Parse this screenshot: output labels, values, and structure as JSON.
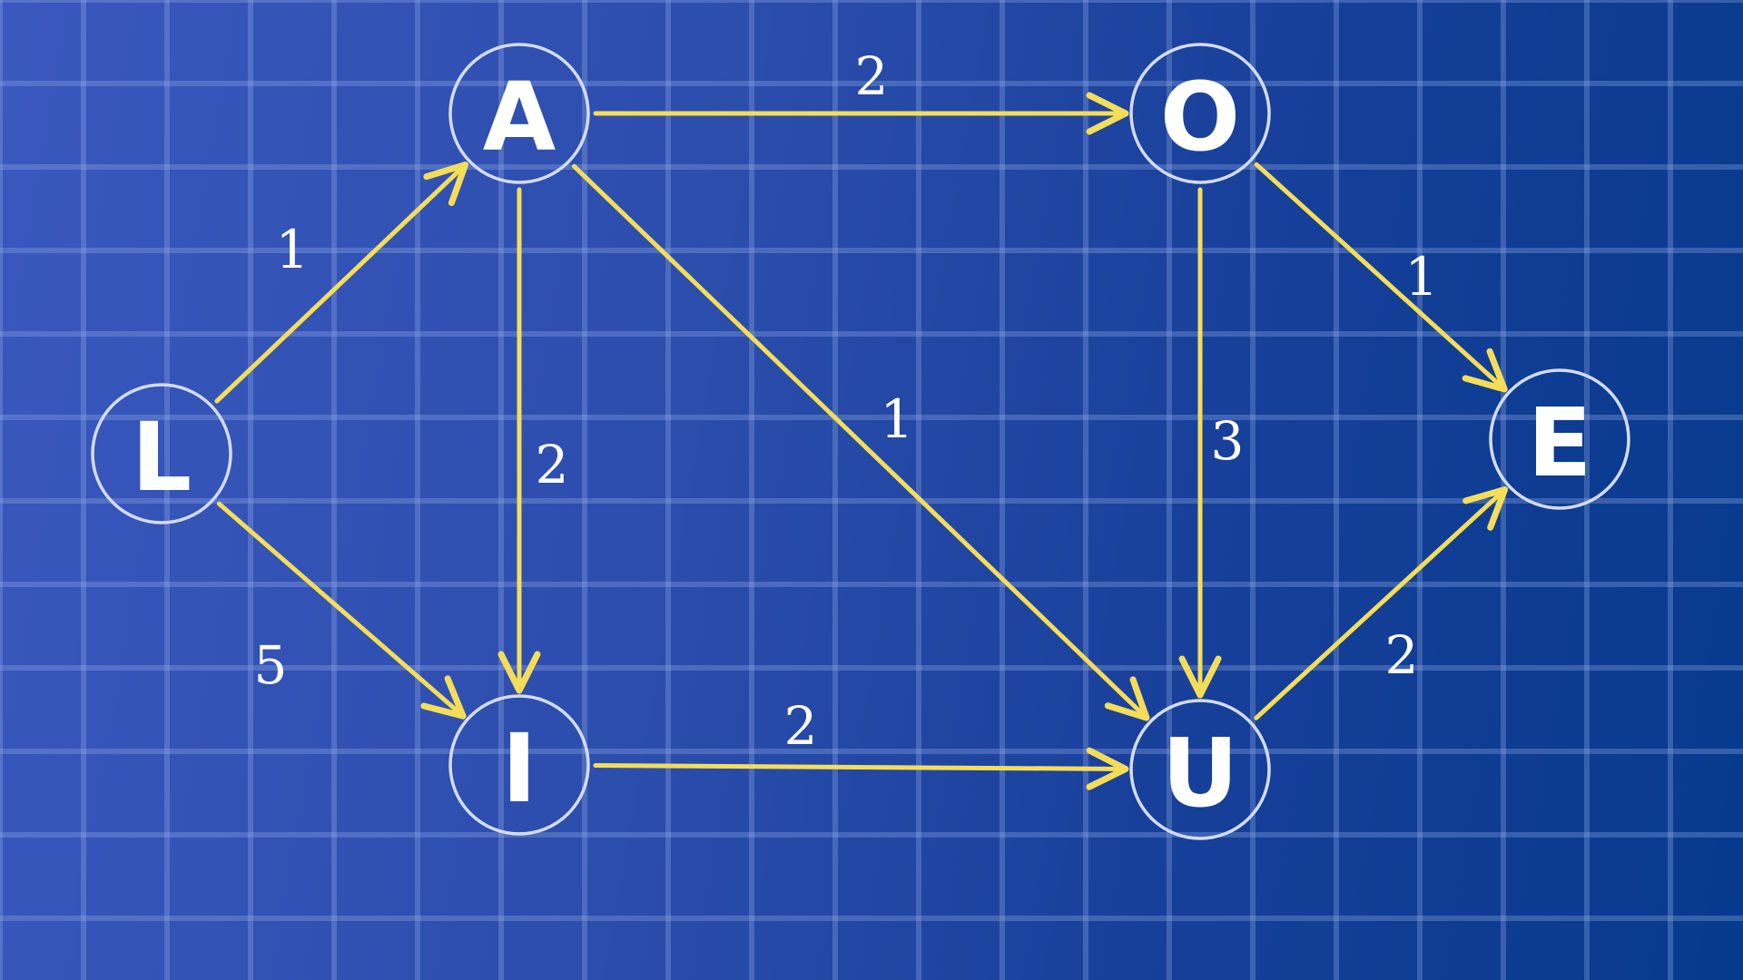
{
  "nodes": [
    {
      "id": "L",
      "label": "L"
    },
    {
      "id": "A",
      "label": "A"
    },
    {
      "id": "I",
      "label": "I"
    },
    {
      "id": "O",
      "label": "O"
    },
    {
      "id": "U",
      "label": "U"
    },
    {
      "id": "E",
      "label": "E"
    }
  ],
  "edges": [
    {
      "from": "L",
      "to": "A",
      "weight": "1"
    },
    {
      "from": "L",
      "to": "I",
      "weight": "5"
    },
    {
      "from": "A",
      "to": "O",
      "weight": "2"
    },
    {
      "from": "A",
      "to": "I",
      "weight": "2"
    },
    {
      "from": "A",
      "to": "U",
      "weight": "1"
    },
    {
      "from": "I",
      "to": "U",
      "weight": "2"
    },
    {
      "from": "O",
      "to": "U",
      "weight": "3"
    },
    {
      "from": "O",
      "to": "E",
      "weight": "1"
    },
    {
      "from": "U",
      "to": "E",
      "weight": "2"
    }
  ],
  "colors": {
    "edge": "#f4dd58",
    "node_stroke": "#d4dcf3",
    "label": "#ffffff"
  }
}
